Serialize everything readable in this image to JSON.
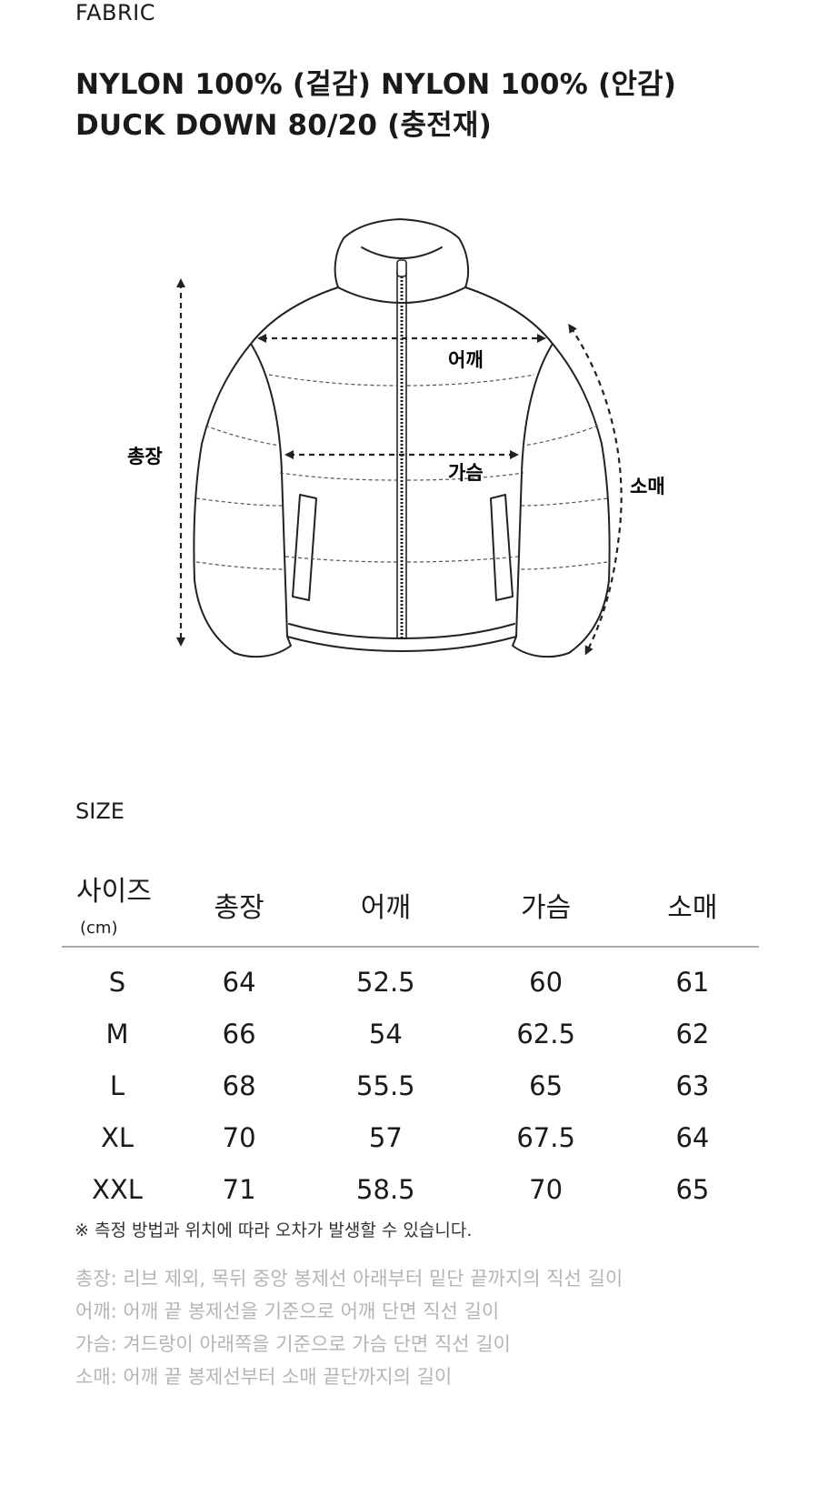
{
  "fabric": {
    "label": "FABRIC",
    "line1": "NYLON 100% (겉감) NYLON 100% (안감)",
    "line2": "DUCK DOWN 80/20 (충전재)"
  },
  "diagram": {
    "labels": {
      "length": "총장",
      "shoulder": "어깨",
      "chest": "가슴",
      "sleeve": "소매"
    }
  },
  "size_section": {
    "label": "SIZE",
    "headers": {
      "size": "사이즈",
      "unit": "(cm)",
      "length": "총장",
      "shoulder": "어깨",
      "chest": "가슴",
      "sleeve": "소매"
    },
    "rows": [
      {
        "size": "S",
        "length": "64",
        "shoulder": "52.5",
        "chest": "60",
        "sleeve": "61"
      },
      {
        "size": "M",
        "length": "66",
        "shoulder": "54",
        "chest": "62.5",
        "sleeve": "62"
      },
      {
        "size": "L",
        "length": "68",
        "shoulder": "55.5",
        "chest": "65",
        "sleeve": "63"
      },
      {
        "size": "XL",
        "length": "70",
        "shoulder": "57",
        "chest": "67.5",
        "sleeve": "64"
      },
      {
        "size": "XXL",
        "length": "71",
        "shoulder": "58.5",
        "chest": "70",
        "sleeve": "65"
      }
    ]
  },
  "notes": {
    "disclaimer": "※ 측정 방법과 위치에 따라 오차가 발생할 수 있습니다.",
    "definitions": [
      "총장: 리브 제외, 목뒤 중앙 봉제선 아래부터 밑단 끝까지의 직선 길이",
      "어깨: 어깨 끝 봉제선을 기준으로 어깨 단면 직선 길이",
      "가슴: 겨드랑이 아래쪽을 기준으로 가슴 단면 직선 길이",
      "소매: 어깨 끝 봉제선부터 소매 끝단까지의 길이"
    ]
  }
}
